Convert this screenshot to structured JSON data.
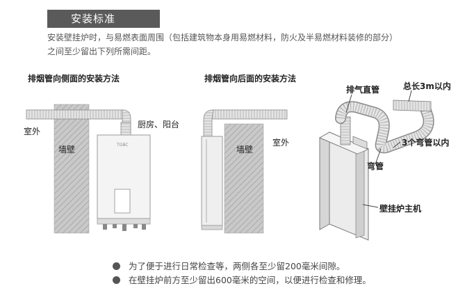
{
  "header": {
    "title": "安装标准",
    "intro_line1": "安装壁挂炉时，与易燃表面周围（包括建筑物本身用易燃材料，防火及半易燃材料装修的部分）",
    "intro_line2": "之间至少留出下列所需间距。"
  },
  "diagram_side": {
    "heading": "排烟管向侧面的安装方法",
    "outdoor_label": "室外",
    "wall_label": "墙壁",
    "room_label": "厨房、阳台",
    "brand_mark": "TGBC"
  },
  "diagram_back": {
    "heading": "排烟管向后面的安装方法",
    "wall_label": "墙壁",
    "outdoor_label": "室外"
  },
  "diagram_3d": {
    "straight_pipe_label": "排气直管",
    "total_length_label": "总长3m以内",
    "elbow_count_label": "3个弯管以内",
    "elbow_label": "弯管",
    "boiler_label": "壁挂炉主机"
  },
  "notes": [
    "为了便于进行日常检查等，两侧各至少留200毫米间隙。",
    "在壁挂炉前方至少留出600毫米的空间，以便进行检查和修理。"
  ]
}
